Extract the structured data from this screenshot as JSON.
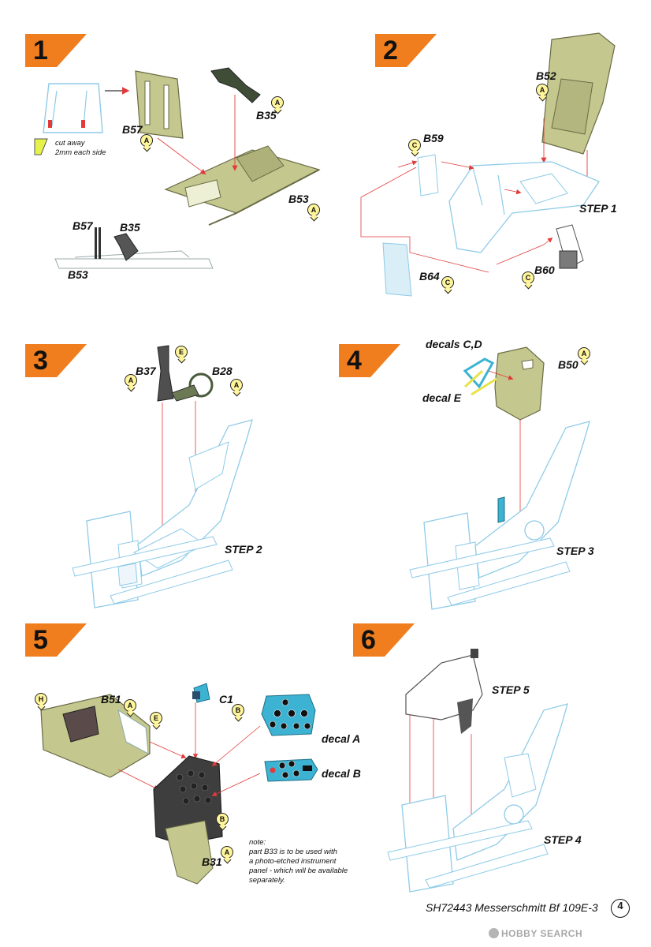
{
  "steps": [
    {
      "number": "1",
      "labels": {
        "b57": "B57",
        "b35": "B35",
        "b53": "B53",
        "b57_side": "B57",
        "b35_side": "B35",
        "b53_side": "B53",
        "cut_note_line1": "cut away",
        "cut_note_line2": "2mm each side"
      },
      "codes": {
        "b57": "A",
        "b35": "A",
        "b53": "A"
      }
    },
    {
      "number": "2",
      "labels": {
        "b52": "B52",
        "b59": "B59",
        "b64": "B64",
        "b60": "B60",
        "ref": "STEP 1"
      },
      "codes": {
        "b52": "A",
        "b59": "C",
        "b64": "C",
        "b60": "C"
      }
    },
    {
      "number": "3",
      "labels": {
        "b37": "B37",
        "b28": "B28",
        "ref": "STEP 2"
      },
      "codes": {
        "b37": "A",
        "e": "E",
        "b28": "A"
      }
    },
    {
      "number": "4",
      "labels": {
        "decals_cd": "decals C,D",
        "decal_e": "decal E",
        "b50": "B50",
        "ref": "STEP 3"
      },
      "codes": {
        "b50": "A"
      }
    },
    {
      "number": "5",
      "labels": {
        "b51": "B51",
        "c1": "C1",
        "b31": "B31",
        "decal_a": "decal A",
        "decal_b": "decal B"
      },
      "codes": {
        "h": "H",
        "b51": "A",
        "e": "E",
        "c1": "B",
        "b_panel": "B",
        "b31": "A"
      },
      "note": [
        "note:",
        "part B33 is to be used with",
        "a photo-etched instrument",
        "panel - which will be available",
        "separately."
      ]
    },
    {
      "number": "6",
      "labels": {
        "ref5": "STEP 5",
        "ref4": "STEP 4"
      }
    }
  ],
  "footer": {
    "title": "SH72443 Messerschmitt Bf 109E-3",
    "page": "4"
  },
  "watermark": "HOBBY SEARCH",
  "colors": {
    "flag": "#f07d1e",
    "part_green": "#c4c78e",
    "outline_blue": "#8fcbe8",
    "arrow_red": "#e23a3a",
    "decal_cyan": "#3cb3d3",
    "dark_part": "#4a4a4a"
  }
}
